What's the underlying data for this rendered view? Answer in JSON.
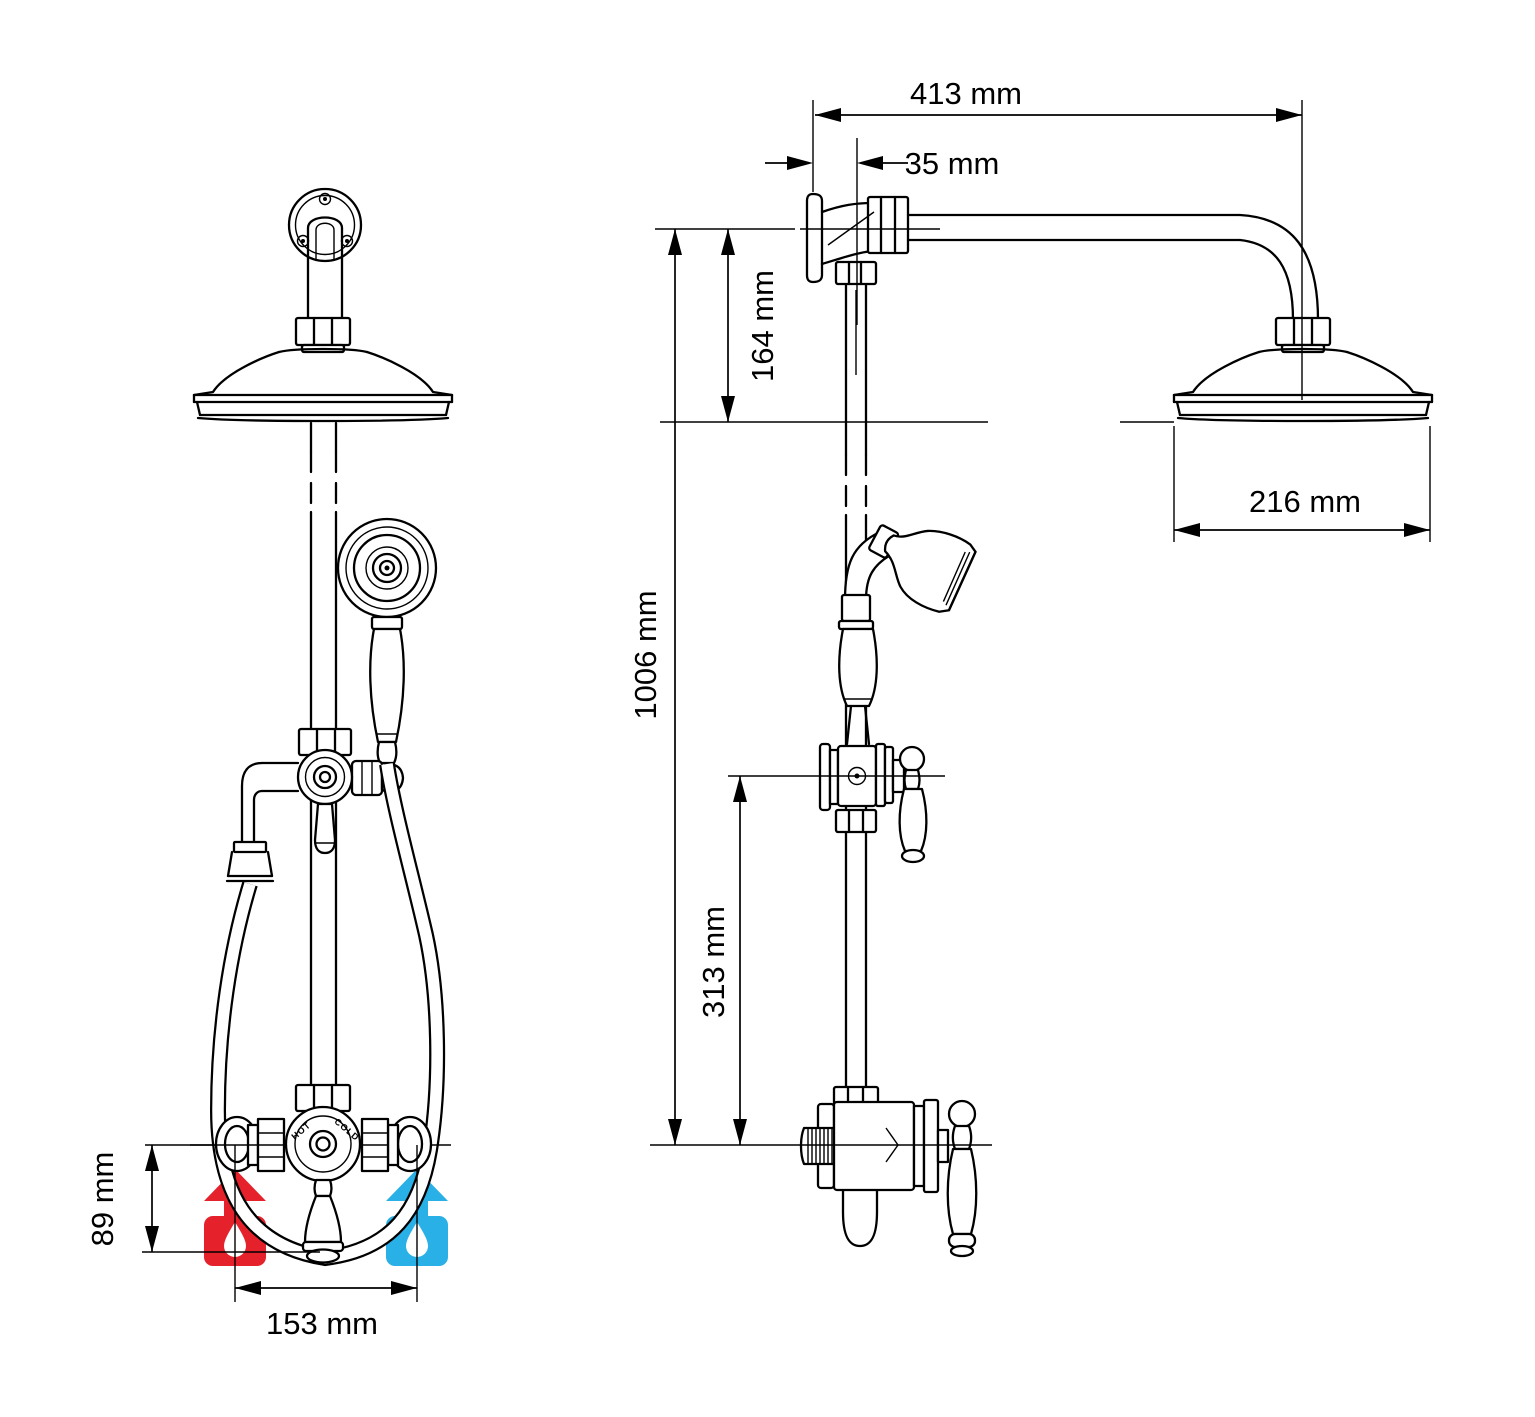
{
  "diagram": {
    "type": "technical-dimension-drawing",
    "subject": "thermostatic shower column with overhead rain head and hand shower",
    "views": {
      "front": "front elevation",
      "side": "side elevation"
    },
    "dimensions": {
      "arm_reach": "413 mm",
      "wall_to_riser": "35 mm",
      "arm_to_head_drop": "164 mm",
      "head_diameter": "216 mm",
      "overall_height": "1006 mm",
      "valve_to_diverter": "313 mm",
      "inlet_drop": "89 mm",
      "inlet_spacing": "153 mm"
    },
    "valve": {
      "hot_label": "HOT",
      "cold_label": "COLD"
    },
    "supply": {
      "hot_color": "#e5212b",
      "cold_color": "#29b0e6",
      "hot_icon": "hot-water-up-arrow-droplet",
      "cold_icon": "cold-water-up-arrow-droplet"
    },
    "line_color": "#000000",
    "background_color": "#ffffff"
  }
}
